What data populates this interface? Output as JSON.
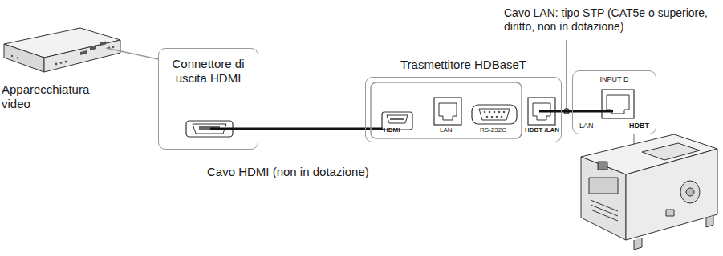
{
  "diagram": {
    "nodes": [
      {
        "text": [
          "Connettore di uscita HDMI"
        ]
      },
      {
        "text": [
          "Trasmettitore HDBaseT"
        ]
      },
      {
        "text": [
          "INPUT D",
          "LAN",
          "HDBT"
        ]
      }
    ],
    "edges": [
      {
        "from": 0,
        "to": 1,
        "arrow": "none"
      },
      {
        "from": 1,
        "to": 2,
        "arrow": "none"
      }
    ],
    "labels": [
      "Apparecchiatura video",
      "Cavo HDMI (non in dotazione)",
      "Cavo LAN: tipo STP (CAT5e o superiore, diritto, non in dotazione)",
      "HDMI",
      "LAN",
      "RS-232C",
      "HDBT /LAN"
    ]
  }
}
